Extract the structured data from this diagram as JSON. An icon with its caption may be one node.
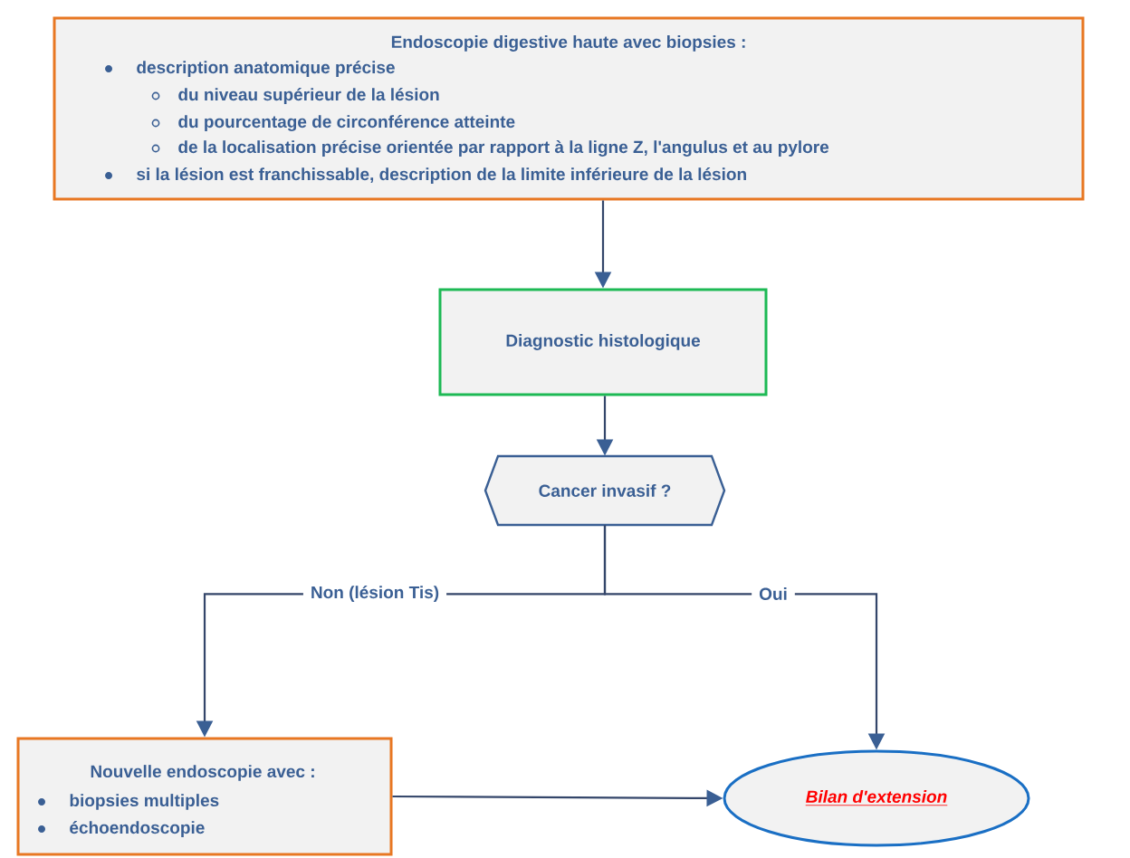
{
  "diagram": {
    "nodes": [
      {
        "text": [
          "Endoscopie digestive haute avec biopsies :",
          "description anatomique précise",
          "du niveau supérieur de la lésion",
          "du pourcentage de circonférence atteinte",
          "de la localisation précise orientée par rapport à la ligne Z, l'angulus et au pylore",
          "si la lésion est franchissable, description de la limite inférieure de la lésion"
        ]
      },
      {
        "text": [
          "Diagnostic histologique"
        ]
      },
      {
        "text": [
          "Cancer invasif ?"
        ]
      },
      {
        "text": [
          "Nouvelle endoscopie avec :",
          "biopsies multiples",
          "échoendoscopie"
        ]
      },
      {
        "text": [
          "Bilan d'extension"
        ]
      }
    ],
    "edges": [
      {
        "from": 0,
        "to": 1,
        "arrow": "to"
      },
      {
        "from": 1,
        "to": 2,
        "arrow": "to"
      },
      {
        "from": 2,
        "to": 3,
        "arrow": "to",
        "label": "Non (lésion Tis)"
      },
      {
        "from": 2,
        "to": 4,
        "arrow": "to",
        "label": "Oui"
      },
      {
        "from": 3,
        "to": 4,
        "arrow": "to"
      }
    ]
  }
}
